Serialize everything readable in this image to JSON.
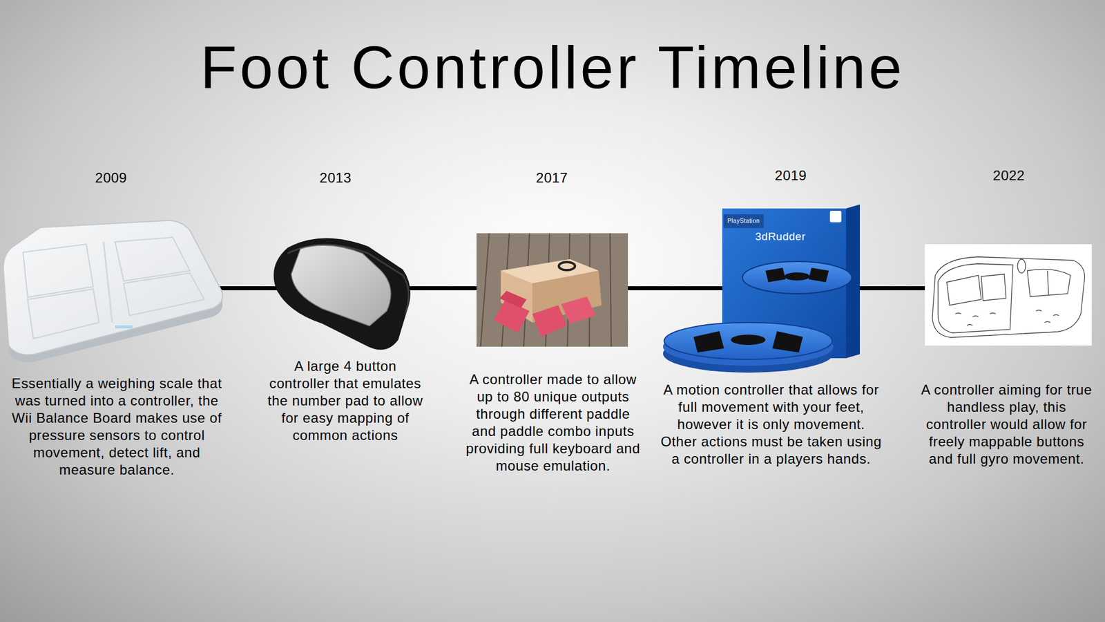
{
  "diagram": {
    "title": "Foot Controller Timeline",
    "labels": [
      "2009",
      "2013",
      "2017",
      "2019",
      "2022",
      "Essentially a weighing scale that was turned into a controller, the Wii Balance Board makes use of pressure sensors to control movement, detect lift, and measure balance.",
      "A large 4 button controller that emulates the number pad to allow for easy mapping of common actions",
      "A controller made to allow up to 80 unique outputs through different paddle and paddle combo inputs providing full keyboard and mouse emulation.",
      "A motion controller that allows for full movement with your feet, however it is only movement. Other actions must be taken using a controller in a players hands.",
      "A controller aiming for true handless play, this controller would allow for freely mappable buttons and full gyro movement.",
      "PlayStation",
      "3dRudder"
    ]
  }
}
